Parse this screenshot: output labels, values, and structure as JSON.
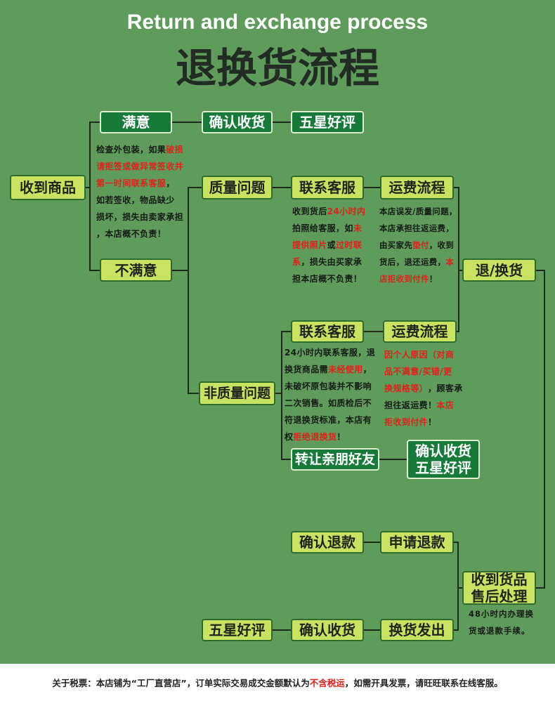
{
  "title_en": "Return and exchange process",
  "title_cn": "退换货流程",
  "colors": {
    "background": "#5f9c5c",
    "dark_box": "#17793a",
    "light_box": "#c9e262",
    "highlight_text": "#e0221b",
    "connector": "#1d2a1d",
    "footer_bg": "#ffffff"
  },
  "flow": {
    "received_goods": "收到商品",
    "satisfied": {
      "label": "满意",
      "confirm_receipt": "确认收货",
      "five_star_review": "五星好评",
      "note": [
        [
          {
            "text": "检查外包装，如果"
          },
          {
            "text": "破损",
            "highlight": true
          }
        ],
        [
          {
            "text": "请拒签或做异常签收并",
            "highlight": true
          }
        ],
        [
          {
            "text": "第一时间联系客服",
            "highlight": true
          },
          {
            "text": "，"
          }
        ],
        [
          {
            "text": "如若签收，物品缺少"
          }
        ],
        [
          {
            "text": "损坏，损失由卖家承担"
          }
        ],
        [
          {
            "text": "，本店概不负责！"
          }
        ]
      ]
    },
    "unsatisfied": {
      "label": "不满意",
      "quality_issue": {
        "label": "质量问题",
        "contact_service": "联系客服",
        "contact_note": [
          [
            {
              "text": "收到货后"
            },
            {
              "text": "24小时内",
              "highlight": true
            }
          ],
          [
            {
              "text": "拍照给客服，如"
            },
            {
              "text": "未",
              "highlight": true
            }
          ],
          [
            {
              "text": "提供照片",
              "highlight": true
            },
            {
              "text": "或"
            },
            {
              "text": "过时联",
              "highlight": true
            }
          ],
          [
            {
              "text": "系",
              "highlight": true
            },
            {
              "text": "，损失由买家承"
            }
          ],
          [
            {
              "text": "担本店概不负责！"
            }
          ]
        ],
        "shipping_process": "运费流程",
        "shipping_note": [
          [
            {
              "text": "本店误发/质量问题，"
            }
          ],
          [
            {
              "text": "本店承担往返运费，"
            }
          ],
          [
            {
              "text": "由买家先"
            },
            {
              "text": "垫付",
              "highlight": true
            },
            {
              "text": "，收到"
            }
          ],
          [
            {
              "text": "货后，退还运费，"
            },
            {
              "text": "本",
              "highlight": true
            }
          ],
          [
            {
              "text": "店拒收到付件",
              "highlight": true
            },
            {
              "text": "！"
            }
          ]
        ]
      },
      "non_quality_issue": {
        "label": "非质量问题",
        "contact_service": "联系客服",
        "contact_note": [
          [
            {
              "text": "24小时内联系客服，退"
            }
          ],
          [
            {
              "text": "换货商品需"
            },
            {
              "text": "未经使用",
              "highlight": true
            },
            {
              "text": "，"
            }
          ],
          [
            {
              "text": "未破坏原包装并不影响"
            }
          ],
          [
            {
              "text": "二次销售。如质检后不"
            }
          ],
          [
            {
              "text": "符退换货标准，本店有"
            }
          ],
          [
            {
              "text": "权"
            },
            {
              "text": "拒绝退换货",
              "highlight": true
            },
            {
              "text": "！"
            }
          ]
        ],
        "shipping_process": "运费流程",
        "shipping_note": [
          [
            {
              "text": "因个人原因（对商",
              "highlight": true
            }
          ],
          [
            {
              "text": "品不满意/买错/更",
              "highlight": true
            }
          ],
          [
            {
              "text": "换规格等）",
              "highlight": true
            },
            {
              "text": "，顾客承"
            }
          ],
          [
            {
              "text": "担往返运费！"
            },
            {
              "text": "本店",
              "highlight": true
            }
          ],
          [
            {
              "text": "拒收到付件",
              "highlight": true
            },
            {
              "text": "！"
            }
          ]
        ],
        "transfer_to_friends": "转让亲朋好友",
        "transfer_result": [
          "确认收货",
          "五星好评"
        ]
      },
      "return_exchange": "退/换货",
      "after_sales": {
        "label": [
          "收到货品",
          "售后处理"
        ],
        "note": [
          "48小时内办理换",
          "货或退款手续。"
        ],
        "apply_refund": "申请退款",
        "confirm_refund": "确认退款",
        "exchange_shipped": "换货发出",
        "confirm_receipt": "确认收货",
        "five_star_review": "五星好评"
      }
    }
  },
  "footer": [
    {
      "text": "关于税票：本店铺为“工厂直营店”，订单实际交易成交金额默认为"
    },
    {
      "text": "不含税运",
      "highlight": true
    },
    {
      "text": "，如需开具发票，请旺旺联系在线客服。"
    }
  ]
}
